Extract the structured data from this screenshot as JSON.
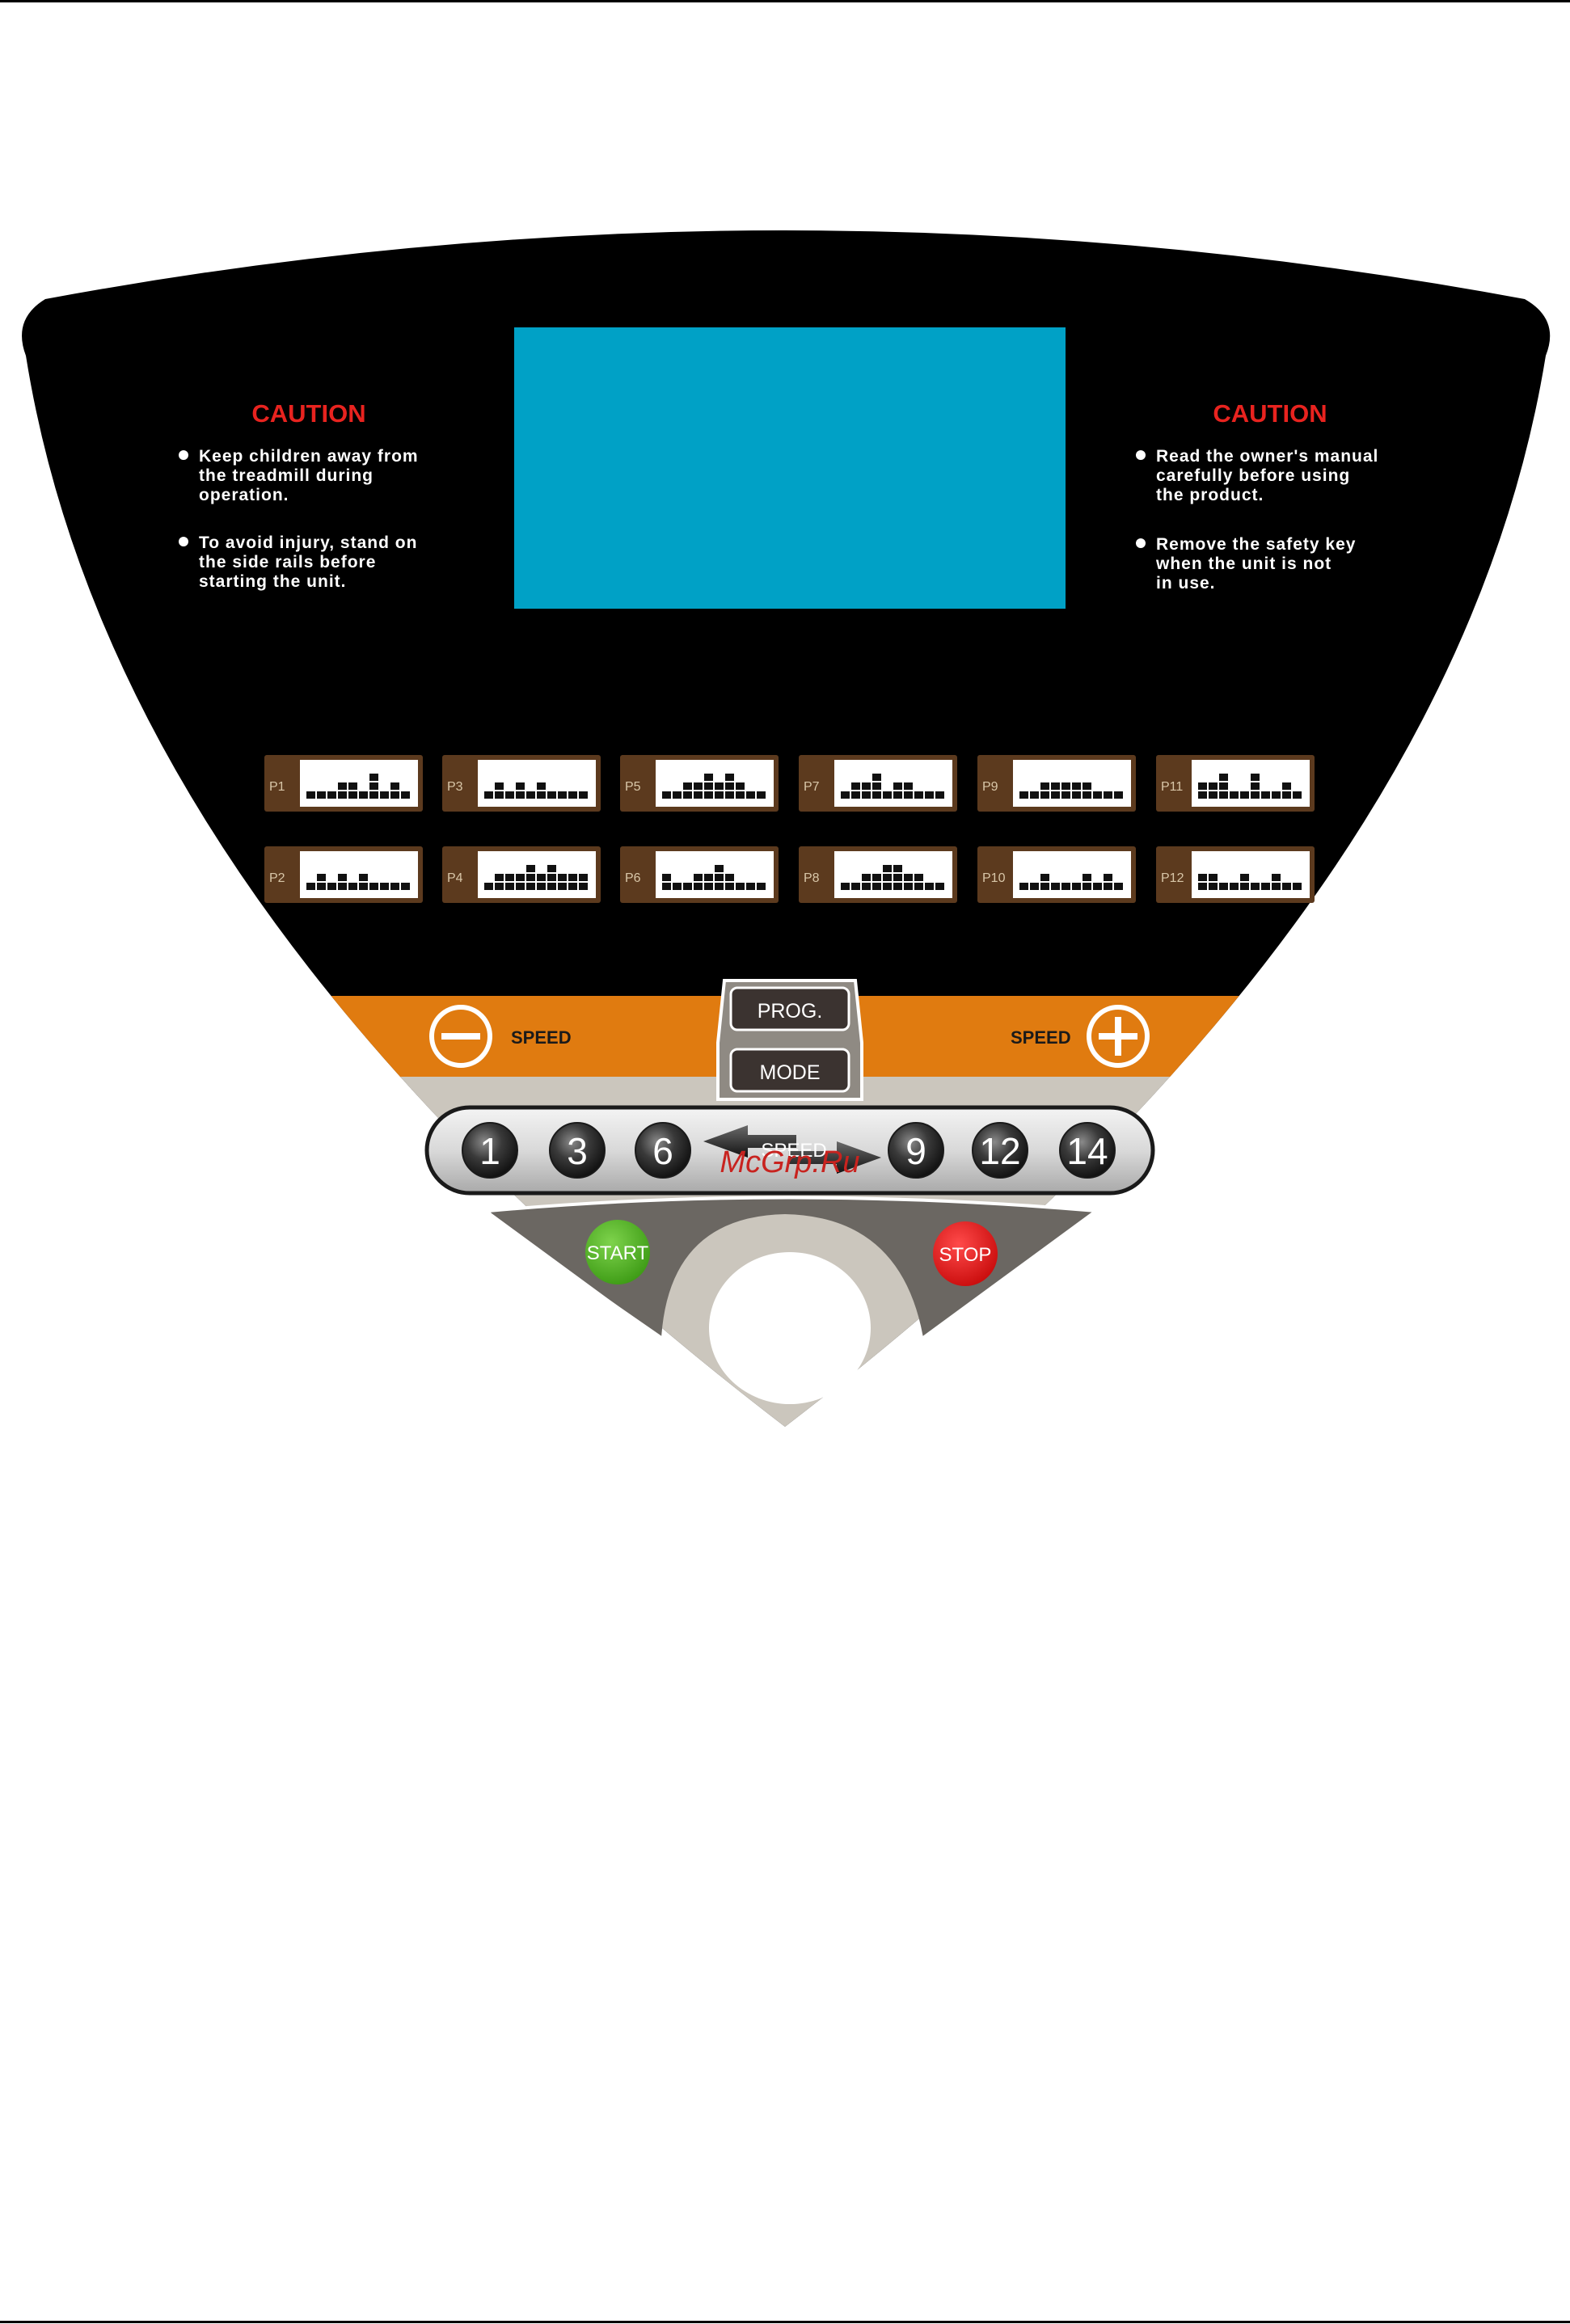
{
  "colors": {
    "panel": "#000000",
    "lcd": "#00a1c6",
    "band": "#e07b10",
    "base": "#cbc6bd",
    "start": "#4caf1f",
    "stop": "#e31616",
    "caution": "#e8231f"
  },
  "caution_left": {
    "title": "CAUTION",
    "bullets": [
      [
        "Keep children away from",
        "the treadmill during",
        "operation."
      ],
      [
        "To avoid injury, stand on",
        "the side rails before",
        "starting the unit."
      ]
    ]
  },
  "caution_right": {
    "title": "CAUTION",
    "bullets": [
      [
        "Read the owner's manual",
        "carefully before using",
        "the product."
      ],
      [
        "Remove the safety key",
        "when the unit is not",
        "in use."
      ]
    ]
  },
  "programs": [
    {
      "label": "P1",
      "levels": [
        1,
        1,
        1,
        2,
        2,
        1,
        3,
        1,
        2,
        1
      ]
    },
    {
      "label": "P3",
      "levels": [
        1,
        2,
        1,
        2,
        1,
        2,
        1,
        1,
        1,
        1
      ]
    },
    {
      "label": "P5",
      "levels": [
        1,
        1,
        2,
        2,
        3,
        2,
        3,
        2,
        1,
        1
      ]
    },
    {
      "label": "P7",
      "levels": [
        1,
        2,
        2,
        3,
        1,
        2,
        2,
        1,
        1,
        1
      ]
    },
    {
      "label": "P9",
      "levels": [
        1,
        1,
        2,
        2,
        2,
        2,
        2,
        1,
        1,
        1
      ]
    },
    {
      "label": "P11",
      "levels": [
        2,
        2,
        3,
        1,
        1,
        3,
        1,
        1,
        2,
        1
      ]
    },
    {
      "label": "P2",
      "levels": [
        1,
        2,
        1,
        2,
        1,
        2,
        1,
        1,
        1,
        1
      ]
    },
    {
      "label": "P4",
      "levels": [
        1,
        2,
        2,
        2,
        3,
        2,
        3,
        2,
        2,
        2
      ]
    },
    {
      "label": "P6",
      "levels": [
        2,
        1,
        1,
        2,
        2,
        3,
        2,
        1,
        1,
        1
      ]
    },
    {
      "label": "P8",
      "levels": [
        1,
        1,
        2,
        2,
        3,
        3,
        2,
        2,
        1,
        1
      ]
    },
    {
      "label": "P10",
      "levels": [
        1,
        1,
        2,
        1,
        1,
        1,
        2,
        1,
        2,
        1
      ]
    },
    {
      "label": "P12",
      "levels": [
        2,
        2,
        1,
        1,
        2,
        1,
        1,
        2,
        1,
        1
      ]
    }
  ],
  "controls": {
    "speed_minus_label": "SPEED",
    "speed_plus_label": "SPEED",
    "prog_label": "PROG.",
    "mode_label": "MODE",
    "start_label": "START",
    "stop_label": "STOP",
    "speed_arrows_label": "SPEED",
    "quick_speeds": [
      "1",
      "3",
      "6",
      "9",
      "12",
      "14"
    ]
  },
  "watermark": "McGrp.Ru"
}
